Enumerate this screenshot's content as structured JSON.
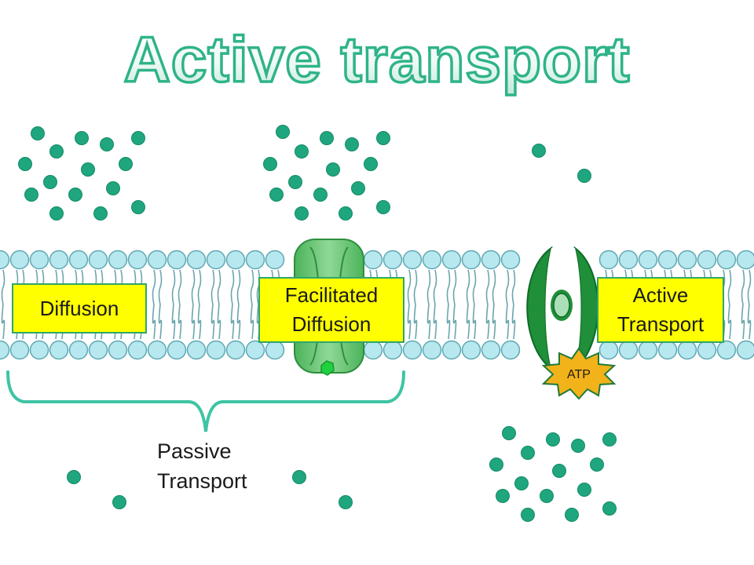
{
  "title": "Active transport",
  "labels": {
    "diffusion": "Diffusion",
    "facilitated_line1": "Facilitated",
    "facilitated_line2": "Diffusion",
    "active_line1": "Active",
    "active_line2": "Transport",
    "passive_line1": "Passive",
    "passive_line2": "Transport",
    "atp": "ATP"
  },
  "colors": {
    "molecule": "#1fa67e",
    "phospholipid_head": "#b7e7ef",
    "head_outline": "#5fa9b3",
    "channel_protein": "#7fcf86",
    "pump_protein": "#1f8f3a",
    "label_background": "#ffff00",
    "label_border": "#2fa66a",
    "bracket": "#3fc4a4",
    "atp_burst": "#f2b21a",
    "title_outline": "#2fb38a"
  },
  "icons": [
    "phospholipid-bilayer",
    "channel-protein",
    "pump-protein",
    "atp-burst",
    "molecule-dot"
  ]
}
